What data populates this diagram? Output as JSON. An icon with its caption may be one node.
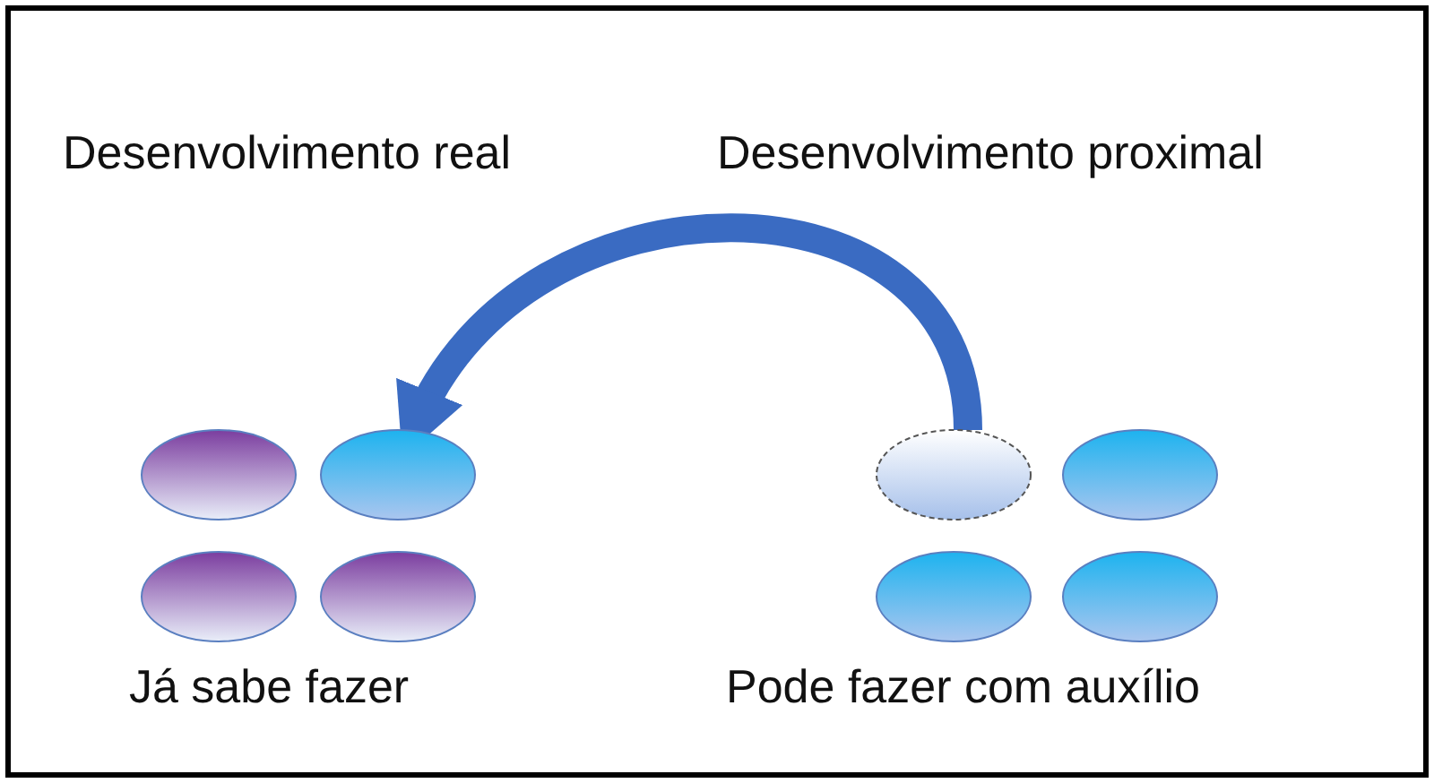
{
  "diagram": {
    "nodes": [
      {
        "text": [],
        "shape": "ellipse"
      },
      {
        "text": [],
        "shape": "ellipse"
      },
      {
        "text": [],
        "shape": "ellipse"
      },
      {
        "text": [],
        "shape": "ellipse"
      },
      {
        "text": [],
        "shape": "ellipse"
      },
      {
        "text": [],
        "shape": "ellipse"
      },
      {
        "text": [],
        "shape": "ellipse"
      },
      {
        "text": [],
        "shape": "ellipse"
      }
    ],
    "edges": [
      {
        "from": 2,
        "to": 1,
        "arrow": "to"
      }
    ],
    "labels": [
      "Desenvolvimento real",
      "Desenvolvimento proximal",
      "Já sabe fazer",
      "Pode fazer com auxílio"
    ]
  }
}
